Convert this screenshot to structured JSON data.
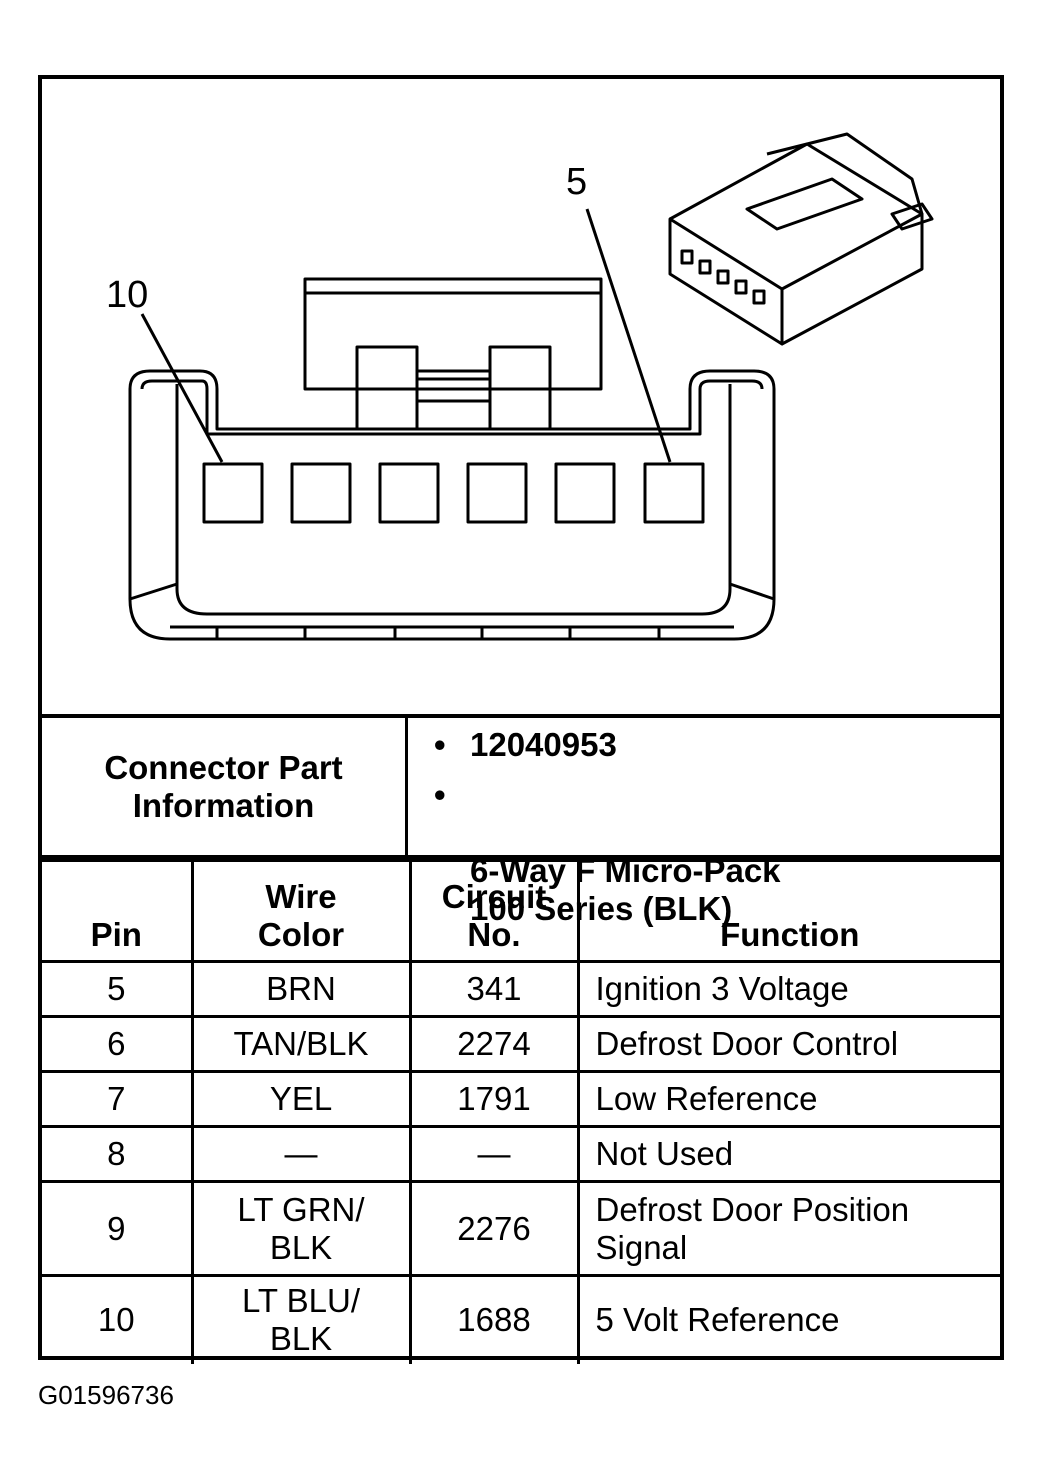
{
  "callouts": {
    "left_pin": "10",
    "right_pin": "5"
  },
  "connector_info": {
    "label": "Connector Part\nInformation",
    "items": [
      "12040953",
      "6-Way F Micro-Pack\n100 Series (BLK)"
    ]
  },
  "table": {
    "headers": [
      "Pin",
      "Wire\nColor",
      "Circuit\nNo.",
      "Function"
    ],
    "rows": [
      {
        "pin": "5",
        "color": "BRN",
        "circuit": "341",
        "function": "Ignition 3 Voltage"
      },
      {
        "pin": "6",
        "color": "TAN/BLK",
        "circuit": "2274",
        "function": "Defrost Door Control"
      },
      {
        "pin": "7",
        "color": "YEL",
        "circuit": "1791",
        "function": "Low Reference"
      },
      {
        "pin": "8",
        "color": "—",
        "circuit": "—",
        "function": "Not Used"
      },
      {
        "pin": "9",
        "color": "LT GRN/\nBLK",
        "circuit": "2276",
        "function": "Defrost Door Position\nSignal"
      },
      {
        "pin": "10",
        "color": "LT BLU/\nBLK",
        "circuit": "1688",
        "function": "5 Volt Reference"
      }
    ]
  },
  "figure_id": "G01596736"
}
